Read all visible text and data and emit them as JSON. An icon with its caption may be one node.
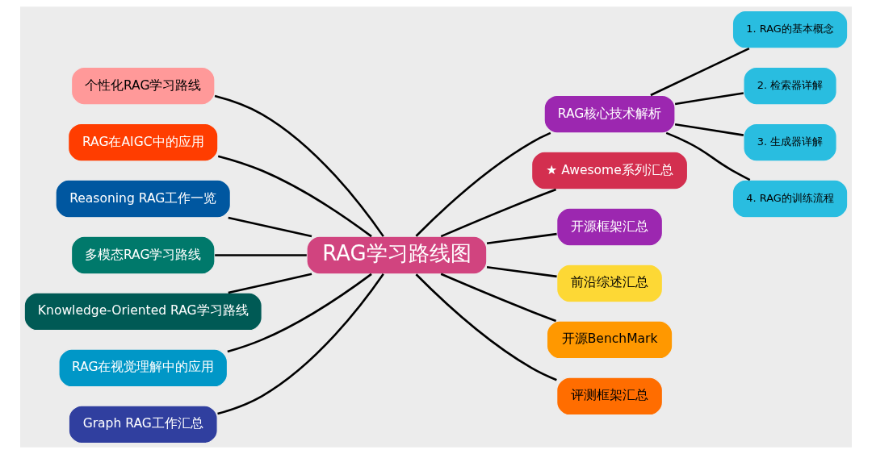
{
  "diagram": {
    "nodes": [
      {
        "text": [
          "RAG学习路线图"
        ]
      },
      {
        "text": [
          "个性化RAG学习路线"
        ]
      },
      {
        "text": [
          "RAG在AIGC中的应用"
        ]
      },
      {
        "text": [
          "Reasoning RAG工作一览"
        ]
      },
      {
        "text": [
          "多模态RAG学习路线"
        ]
      },
      {
        "text": [
          "Knowledge-Oriented RAG学习路线"
        ]
      },
      {
        "text": [
          "RAG在视觉理解中的应用"
        ]
      },
      {
        "text": [
          "Graph RAG工作汇总"
        ]
      },
      {
        "text": [
          "RAG核心技术解析"
        ]
      },
      {
        "text": [
          "1. RAG的基本概念"
        ]
      },
      {
        "text": [
          "2. 检索器详解"
        ]
      },
      {
        "text": [
          "3. 生成器详解"
        ]
      },
      {
        "text": [
          "4. RAG的训练流程"
        ]
      },
      {
        "text": [
          "★ Awesome系列汇总"
        ]
      },
      {
        "text": [
          "开源框架汇总"
        ]
      },
      {
        "text": [
          "前沿综述汇总"
        ]
      },
      {
        "text": [
          "开源BenchMark"
        ]
      },
      {
        "text": [
          "评测框架汇总"
        ]
      }
    ],
    "edges": [
      {
        "from": 0,
        "to": 1,
        "arrow": "none"
      },
      {
        "from": 0,
        "to": 2,
        "arrow": "none"
      },
      {
        "from": 0,
        "to": 3,
        "arrow": "none"
      },
      {
        "from": 0,
        "to": 4,
        "arrow": "none"
      },
      {
        "from": 0,
        "to": 5,
        "arrow": "none"
      },
      {
        "from": 0,
        "to": 6,
        "arrow": "none"
      },
      {
        "from": 0,
        "to": 7,
        "arrow": "none"
      },
      {
        "from": 0,
        "to": 8,
        "arrow": "none"
      },
      {
        "from": 8,
        "to": 9,
        "arrow": "none"
      },
      {
        "from": 8,
        "to": 10,
        "arrow": "none"
      },
      {
        "from": 8,
        "to": 11,
        "arrow": "none"
      },
      {
        "from": 8,
        "to": 12,
        "arrow": "none"
      },
      {
        "from": 0,
        "to": 13,
        "arrow": "none"
      },
      {
        "from": 0,
        "to": 14,
        "arrow": "none"
      },
      {
        "from": 0,
        "to": 15,
        "arrow": "none"
      },
      {
        "from": 0,
        "to": 16,
        "arrow": "none"
      },
      {
        "from": 0,
        "to": 17,
        "arrow": "none"
      }
    ]
  }
}
